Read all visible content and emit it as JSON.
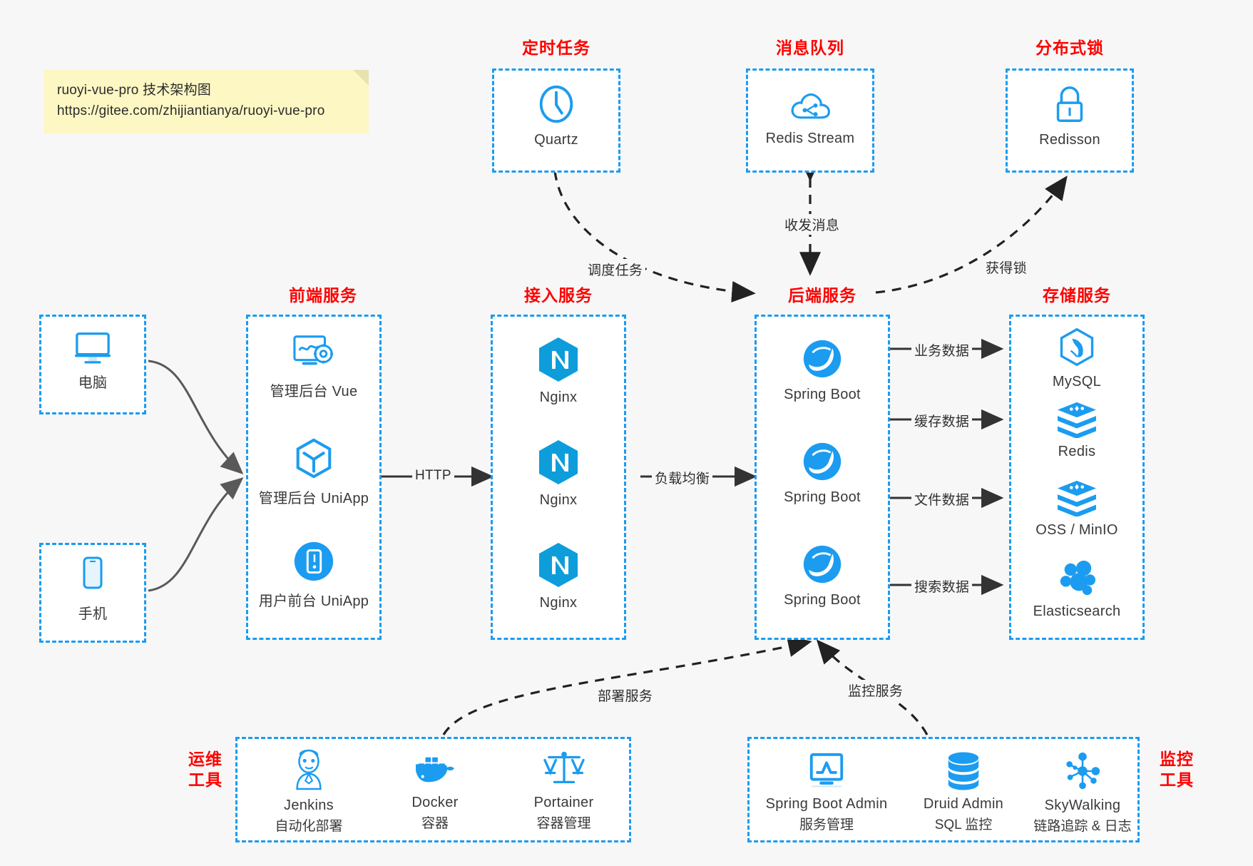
{
  "note": {
    "line1": "ruoyi-vue-pro 技术架构图",
    "line2": "https://gitee.com/zhijiantianya/ruoyi-vue-pro"
  },
  "colors": {
    "dash_blue": "#1b9cf0",
    "group_title_red": "#ff0000",
    "icon_blue": "#1b9cf0",
    "arrow_dark": "#333333",
    "note_yellow": "#fcf7c3",
    "canvas": "#f7f7f7"
  },
  "groups": {
    "scheduler": {
      "title": "定时任务",
      "nodes": [
        {
          "label": "Quartz",
          "icon": "clock-icon"
        }
      ]
    },
    "mq": {
      "title": "消息队列",
      "nodes": [
        {
          "label": "Redis Stream",
          "icon": "cloud-stream-icon"
        }
      ]
    },
    "lock": {
      "title": "分布式锁",
      "nodes": [
        {
          "label": "Redisson",
          "icon": "lock-icon"
        }
      ]
    },
    "clients": {
      "nodes": [
        {
          "label": "电脑",
          "icon": "desktop-icon"
        },
        {
          "label": "手机",
          "icon": "mobile-icon"
        }
      ]
    },
    "frontend": {
      "title": "前端服务",
      "nodes": [
        {
          "label": "管理后台 Vue",
          "icon": "dashboard-gear-icon"
        },
        {
          "label": "管理后台 UniApp",
          "icon": "cube-icon"
        },
        {
          "label": "用户前台 UniApp",
          "icon": "phone-circle-icon"
        }
      ]
    },
    "gateway": {
      "title": "接入服务",
      "nodes": [
        {
          "label": "Nginx",
          "icon": "nginx-icon"
        },
        {
          "label": "Nginx",
          "icon": "nginx-icon"
        },
        {
          "label": "Nginx",
          "icon": "nginx-icon"
        }
      ]
    },
    "backend": {
      "title": "后端服务",
      "nodes": [
        {
          "label": "Spring Boot",
          "icon": "spring-leaf-icon"
        },
        {
          "label": "Spring Boot",
          "icon": "spring-leaf-icon"
        },
        {
          "label": "Spring Boot",
          "icon": "spring-leaf-icon"
        }
      ]
    },
    "storage": {
      "title": "存储服务",
      "nodes": [
        {
          "label": "MySQL",
          "icon": "mysql-dolphin-icon"
        },
        {
          "label": "Redis",
          "icon": "redis-stack-icon"
        },
        {
          "label": "OSS / MinIO",
          "icon": "redis-stack-icon"
        },
        {
          "label": "Elasticsearch",
          "icon": "elasticsearch-icon"
        }
      ]
    },
    "devops": {
      "title_line1": "运维",
      "title_line2": "工具",
      "nodes": [
        {
          "label": "Jenkins",
          "sublabel": "自动化部署",
          "icon": "jenkins-butler-icon"
        },
        {
          "label": "Docker",
          "sublabel": "容器",
          "icon": "docker-whale-icon"
        },
        {
          "label": "Portainer",
          "sublabel": "容器管理",
          "icon": "scales-icon"
        }
      ]
    },
    "monitor": {
      "title_line1": "监控",
      "title_line2": "工具",
      "nodes": [
        {
          "label": "Spring Boot Admin",
          "sublabel": "服务管理",
          "icon": "monitor-chart-icon"
        },
        {
          "label": "Druid Admin",
          "sublabel": "SQL 监控",
          "icon": "database-icon"
        },
        {
          "label": "SkyWalking",
          "sublabel": "链路追踪 & 日志",
          "icon": "skywalking-icon"
        }
      ]
    }
  },
  "edges": {
    "http": "HTTP",
    "load_balance": "负载均衡",
    "schedule_task": "调度任务",
    "send_receive_message": "收发消息",
    "acquire_lock": "获得锁",
    "business_data": "业务数据",
    "cache_data": "缓存数据",
    "file_data": "文件数据",
    "search_data": "搜索数据",
    "deploy_service": "部署服务",
    "monitor_service": "监控服务"
  }
}
